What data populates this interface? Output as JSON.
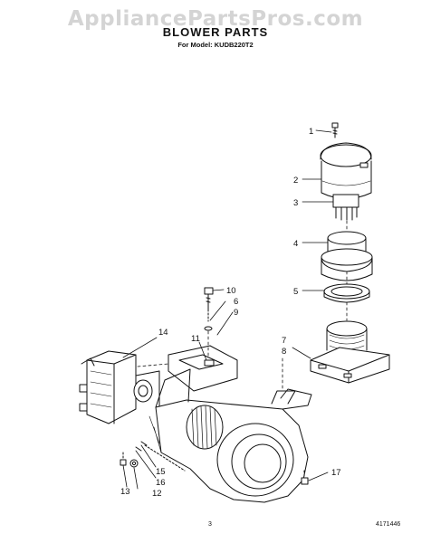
{
  "watermark": "AppliancePartsPros.com",
  "header": {
    "title": "BLOWER PARTS",
    "subtitle": "For Model: KUDB220T2"
  },
  "callouts": {
    "c1": "1",
    "c2": "2",
    "c3": "3",
    "c4": "4",
    "c5": "5",
    "c6": "6",
    "c7": "7",
    "c8": "8",
    "c9": "9",
    "c10": "10",
    "c11": "11",
    "c12": "12",
    "c13": "13",
    "c14": "14",
    "c15": "15",
    "c16": "16",
    "c17": "17"
  },
  "footer": {
    "page_number": "3",
    "doc_number": "4171446"
  }
}
